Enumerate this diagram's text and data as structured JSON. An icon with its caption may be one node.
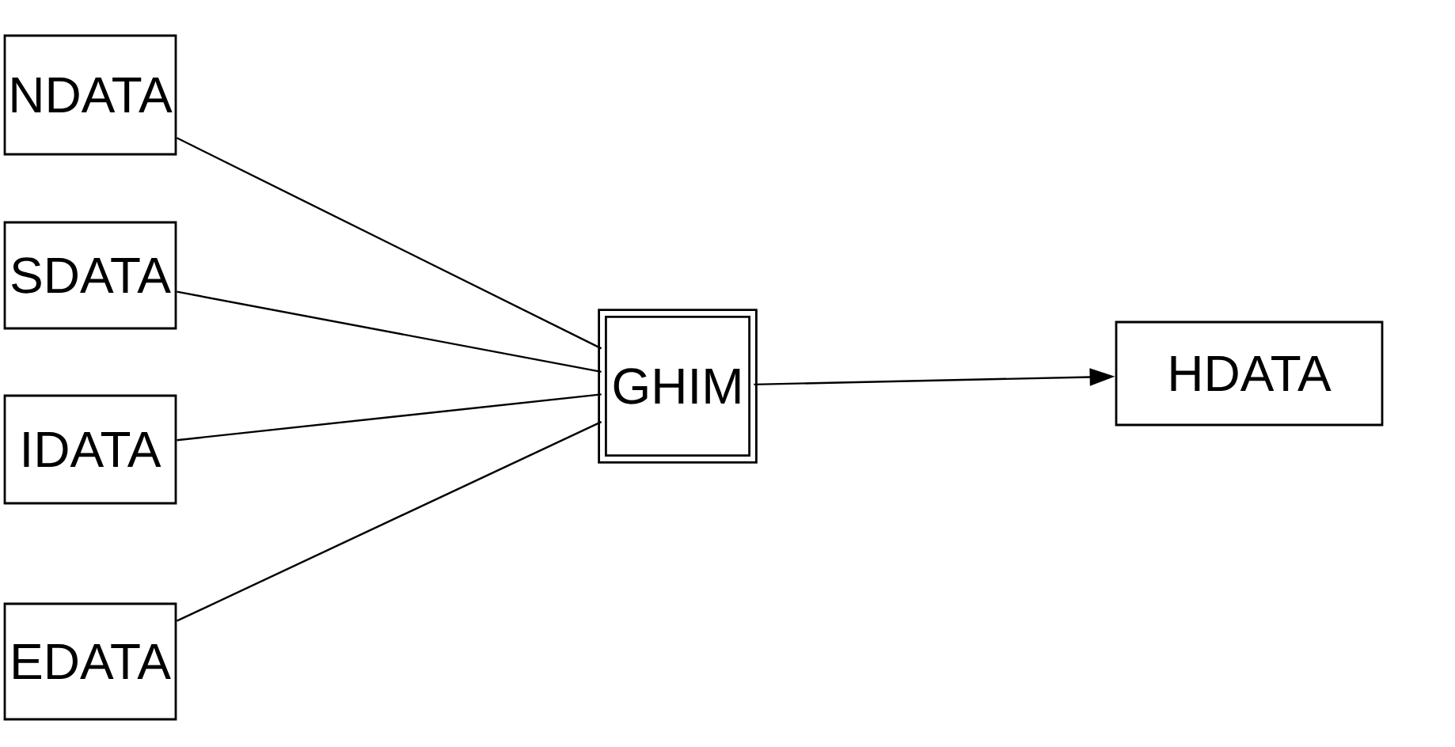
{
  "diagram": {
    "nodes": [
      {
        "text": [
          "NDATA"
        ]
      },
      {
        "text": [
          "SDATA"
        ]
      },
      {
        "text": [
          "IDATA"
        ]
      },
      {
        "text": [
          "EDATA"
        ]
      },
      {
        "text": [
          "GHIM"
        ]
      },
      {
        "text": [
          "HDATA"
        ]
      }
    ],
    "edges": [
      {
        "from": 0,
        "to": 4,
        "arrow": "none"
      },
      {
        "from": 1,
        "to": 4,
        "arrow": "none"
      },
      {
        "from": 2,
        "to": 4,
        "arrow": "none"
      },
      {
        "from": 3,
        "to": 4,
        "arrow": "none"
      },
      {
        "from": 4,
        "to": 5,
        "arrow": "to"
      }
    ]
  }
}
